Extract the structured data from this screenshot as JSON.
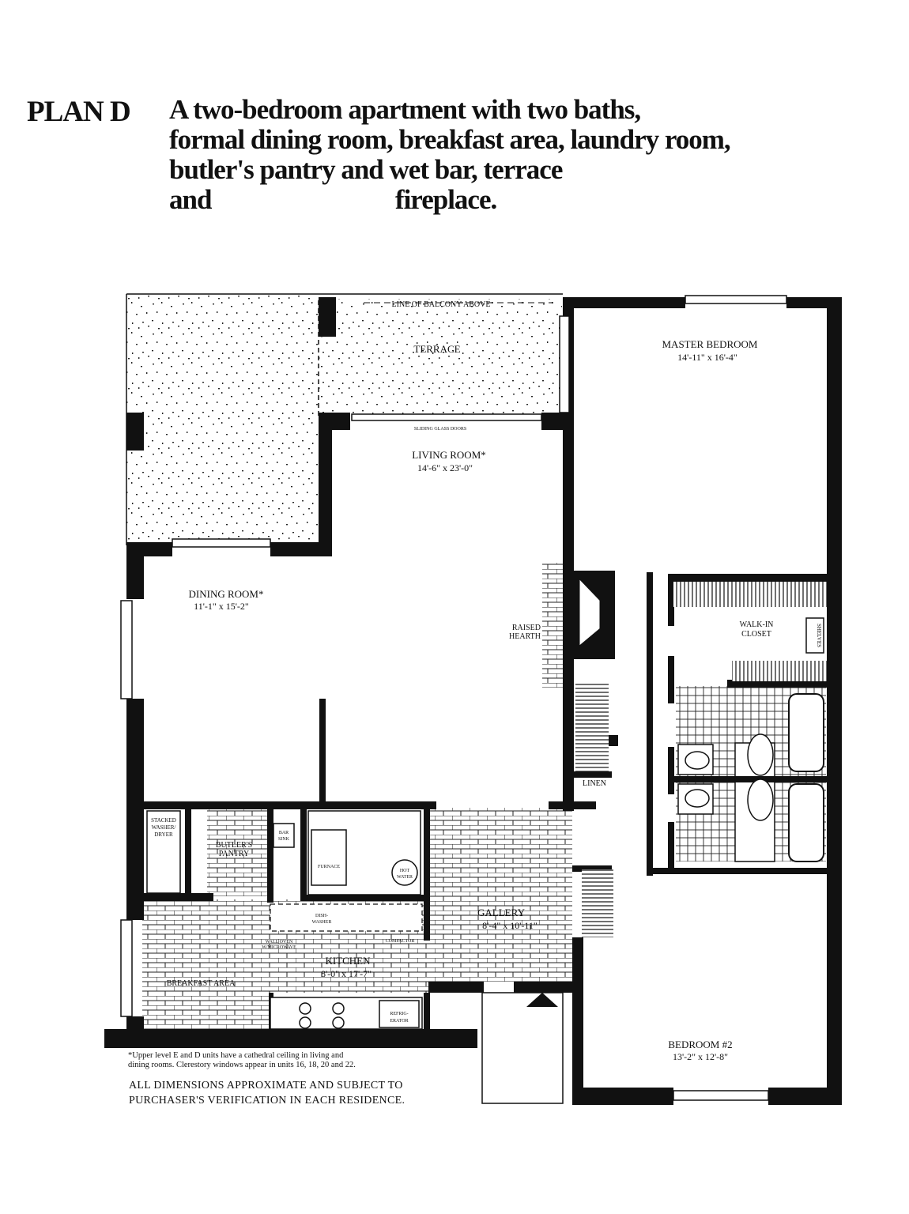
{
  "header": {
    "plan_label": "PLAN D",
    "description_lines": [
      "A two-bedroom apartment with two baths,",
      "formal dining room, breakfast area, laundry room,",
      "butler's pantry and wet bar, terrace",
      "and                              fireplace."
    ]
  },
  "rooms": {
    "balcony_line": "LINE OF BALCONY ABOVE",
    "terrace": "TERRACE",
    "sliding_doors": "SLIDING GLASS DOORS",
    "living_room": "LIVING ROOM*",
    "living_room_dims": "14'-6\" x 23'-0\"",
    "master_bedroom": "MASTER BEDROOM",
    "master_bedroom_dims": "14'-11\" x 16'-4\"",
    "dining_room": "DINING ROOM*",
    "dining_room_dims": "11'-1\" x 15'-2\"",
    "raised": "RAISED",
    "hearth": "HEARTH",
    "walk_in": "WALK-IN",
    "closet": "CLOSET",
    "shelves": "SHELVES",
    "linen": "LINEN",
    "stacked": "STACKED",
    "washer": "WASHER/",
    "dryer": "DRYER",
    "butlers": "BUTLER'S",
    "pantry": "PANTRY",
    "bar": "BAR",
    "sink": "SINK",
    "furnace": "FURNACE",
    "hot": "HOT",
    "water": "WATER",
    "dish": "DISH-",
    "washer2": "WASHER",
    "gallery": "GALLERY",
    "gallery_dims": "8'-4\" x 10'-11\"",
    "wall_oven": "WALL OVEN",
    "microwave": "W/MICROWAVE",
    "compactor": "COMPACTOR",
    "kitchen": "KITCHEN",
    "kitchen_dims": "8'-0\" x 17'-7\"",
    "breakfast_area": "BREAKFAST AREA",
    "refrig": "REFRIG-",
    "erator": "ERATOR",
    "bedroom2": "BEDROOM #2",
    "bedroom2_dims": "13'-2\" x 12'-8\""
  },
  "footnote": [
    "*Upper level E and D units have a cathedral ceiling in living and",
    "dining rooms. Clerestory windows appear in units 16, 18, 20 and 22."
  ],
  "disclaimer": [
    "ALL DIMENSIONS APPROXIMATE AND SUBJECT TO",
    "PURCHASER'S VERIFICATION IN EACH RESIDENCE."
  ]
}
